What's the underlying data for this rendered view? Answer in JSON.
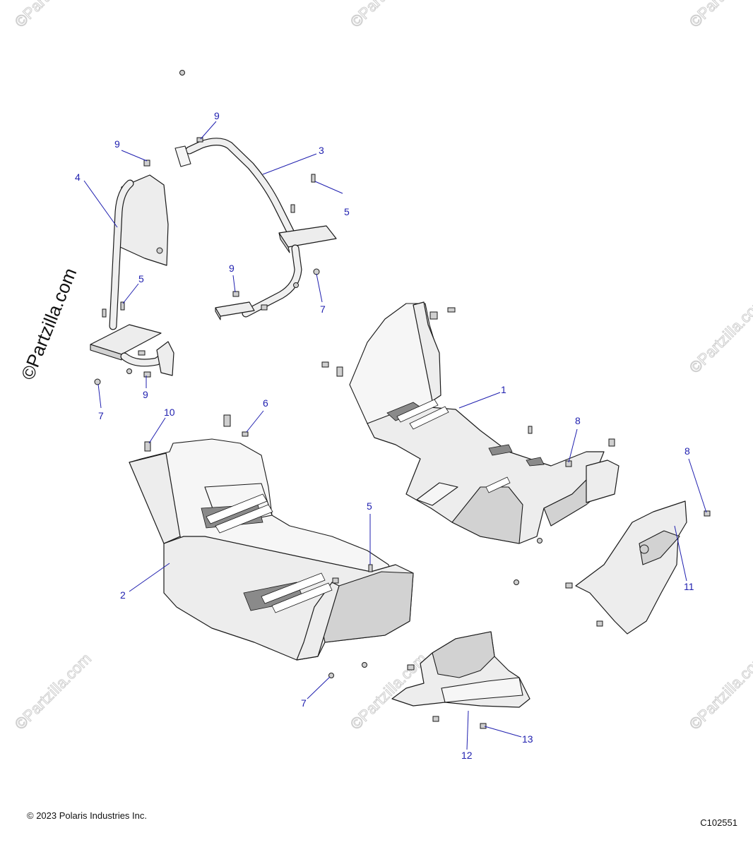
{
  "watermark": {
    "brand": "©Partzilla.com"
  },
  "callouts": [
    {
      "id": "c1",
      "label": "1"
    },
    {
      "id": "c2",
      "label": "2"
    },
    {
      "id": "c3",
      "label": "3"
    },
    {
      "id": "c4",
      "label": "4"
    },
    {
      "id": "c5a",
      "label": "5"
    },
    {
      "id": "c5b",
      "label": "5"
    },
    {
      "id": "c5c",
      "label": "5"
    },
    {
      "id": "c6",
      "label": "6"
    },
    {
      "id": "c7a",
      "label": "7"
    },
    {
      "id": "c7b",
      "label": "7"
    },
    {
      "id": "c7c",
      "label": "7"
    },
    {
      "id": "c8a",
      "label": "8"
    },
    {
      "id": "c8b",
      "label": "8"
    },
    {
      "id": "c9a",
      "label": "9"
    },
    {
      "id": "c9b",
      "label": "9"
    },
    {
      "id": "c9c",
      "label": "9"
    },
    {
      "id": "c9d",
      "label": "9"
    },
    {
      "id": "c10",
      "label": "10"
    },
    {
      "id": "c11",
      "label": "11"
    },
    {
      "id": "c12",
      "label": "12"
    },
    {
      "id": "c13",
      "label": "13"
    }
  ],
  "footer": {
    "copyright": "© 2023 Polaris Industries Inc.",
    "drawing_code": "C102551"
  },
  "colors": {
    "callout": "#1f1faf",
    "outline": "#1a1a1a",
    "part_fill": "#ededed",
    "mesh": "#8a8a8a"
  }
}
